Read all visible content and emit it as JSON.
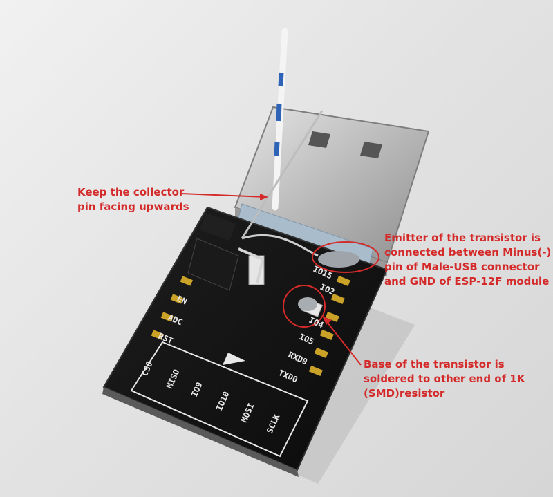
{
  "annotations": {
    "collector": "Keep the collector\npin facing upwards",
    "emitter": "Emitter of the transistor is\nconnected between Minus(-)\npin of Male-USB connector\nand GND of ESP-12F module",
    "base": "Base of the transistor is\nsoldered to other end of 1K\n(SMD)resistor"
  },
  "board_labels": {
    "left": [
      "EN",
      "ADC",
      "RST"
    ],
    "right": [
      "IO15",
      "IO2",
      "IO4",
      "IO5",
      "RXD0",
      "TXD0"
    ],
    "bottom": [
      "CS0",
      "MISO",
      "IO9",
      "IO10",
      "MOSI",
      "SCLK"
    ]
  },
  "colors": {
    "annotation": "#d42a2a",
    "pcb": "#121212",
    "silkscreen": "#e8e8e8",
    "gold_pad": "#c9a227",
    "usb_metal": "#b5b5b5",
    "wire_blue": "#2f63b8"
  }
}
